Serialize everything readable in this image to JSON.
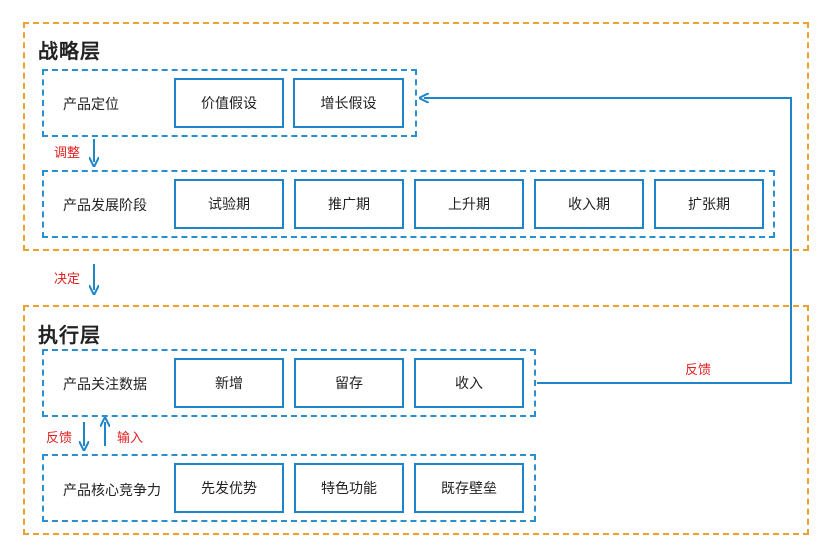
{
  "colors": {
    "layer_border": "#f0a030",
    "group_border": "#2a8fd0",
    "box_border": "#1e86c8",
    "arrow": "#1e86c8",
    "label_red": "#e02020"
  },
  "strategy_layer": {
    "title": "战略层",
    "positioning": {
      "label": "产品定位",
      "items": [
        "价值假设",
        "增长假设"
      ]
    },
    "stages": {
      "label": "产品发展阶段",
      "items": [
        "试验期",
        "推广期",
        "上升期",
        "收入期",
        "扩张期"
      ]
    }
  },
  "execution_layer": {
    "title": "执行层",
    "metrics": {
      "label": "产品关注数据",
      "items": [
        "新增",
        "留存",
        "收入"
      ]
    },
    "competitiveness": {
      "label": "产品核心竞争力",
      "items": [
        "先发优势",
        "特色功能",
        "既存壁垒"
      ]
    }
  },
  "connectors": {
    "adjust": "调整",
    "decide": "决定",
    "feedback_down": "反馈",
    "input_up": "输入",
    "feedback_loop": "反馈"
  }
}
